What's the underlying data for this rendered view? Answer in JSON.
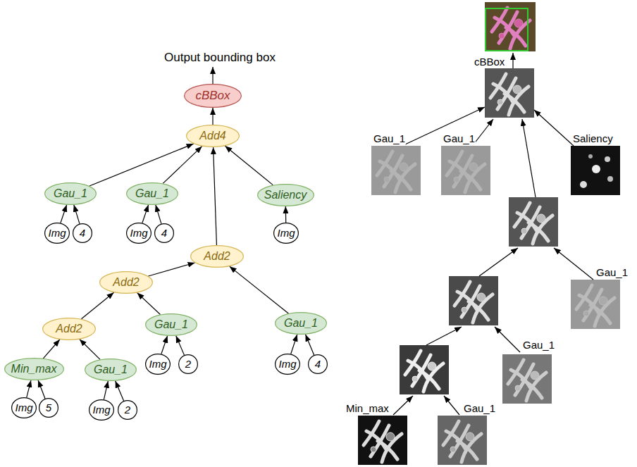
{
  "diagram": {
    "nodes": [
      {
        "text": [
          "cBBox"
        ]
      },
      {
        "text": [
          "Add4"
        ]
      },
      {
        "text": [
          "Gau_1"
        ]
      },
      {
        "text": [
          "Gau_1"
        ]
      },
      {
        "text": [
          "Saliency"
        ]
      },
      {
        "text": [
          "Img"
        ]
      },
      {
        "text": [
          "4"
        ]
      },
      {
        "text": [
          "Img"
        ]
      },
      {
        "text": [
          "4"
        ]
      },
      {
        "text": [
          "Img"
        ]
      },
      {
        "text": [
          "Add2"
        ]
      },
      {
        "text": [
          "Add2"
        ]
      },
      {
        "text": [
          "Gau_1"
        ]
      },
      {
        "text": [
          "Gau_1"
        ]
      },
      {
        "text": [
          "Add2"
        ]
      },
      {
        "text": [
          "Img"
        ]
      },
      {
        "text": [
          "2"
        ]
      },
      {
        "text": [
          "Img"
        ]
      },
      {
        "text": [
          "4"
        ]
      },
      {
        "text": [
          "Min_max"
        ]
      },
      {
        "text": [
          "Gau_1"
        ]
      },
      {
        "text": [
          "Img"
        ]
      },
      {
        "text": [
          "5"
        ]
      },
      {
        "text": [
          "Img"
        ]
      },
      {
        "text": [
          "2"
        ]
      }
    ],
    "edges": [
      {
        "from": 1,
        "to": 0,
        "arrow": "to"
      },
      {
        "from": 2,
        "to": 1,
        "arrow": "to"
      },
      {
        "from": 3,
        "to": 1,
        "arrow": "to"
      },
      {
        "from": 10,
        "to": 1,
        "arrow": "to"
      },
      {
        "from": 4,
        "to": 1,
        "arrow": "to"
      },
      {
        "from": 5,
        "to": 2,
        "arrow": "to"
      },
      {
        "from": 6,
        "to": 2,
        "arrow": "to"
      },
      {
        "from": 7,
        "to": 3,
        "arrow": "to"
      },
      {
        "from": 8,
        "to": 3,
        "arrow": "to"
      },
      {
        "from": 9,
        "to": 4,
        "arrow": "to"
      },
      {
        "from": 11,
        "to": 10,
        "arrow": "to"
      },
      {
        "from": 13,
        "to": 10,
        "arrow": "to"
      },
      {
        "from": 14,
        "to": 11,
        "arrow": "to"
      },
      {
        "from": 12,
        "to": 11,
        "arrow": "to"
      },
      {
        "from": 15,
        "to": 12,
        "arrow": "to"
      },
      {
        "from": 16,
        "to": 12,
        "arrow": "to"
      },
      {
        "from": 17,
        "to": 13,
        "arrow": "to"
      },
      {
        "from": 18,
        "to": 13,
        "arrow": "to"
      },
      {
        "from": 19,
        "to": 14,
        "arrow": "to"
      },
      {
        "from": 20,
        "to": 14,
        "arrow": "to"
      },
      {
        "from": 21,
        "to": 19,
        "arrow": "to"
      },
      {
        "from": 22,
        "to": 19,
        "arrow": "to"
      },
      {
        "from": 23,
        "to": 20,
        "arrow": "to"
      },
      {
        "from": 24,
        "to": 20,
        "arrow": "to"
      }
    ],
    "labels": [
      "Output bounding box",
      "cBBox",
      "Gau_1",
      "Gau_1",
      "Saliency",
      "Gau_1",
      "Gau_1",
      "Min_max",
      "Gau_1"
    ]
  }
}
